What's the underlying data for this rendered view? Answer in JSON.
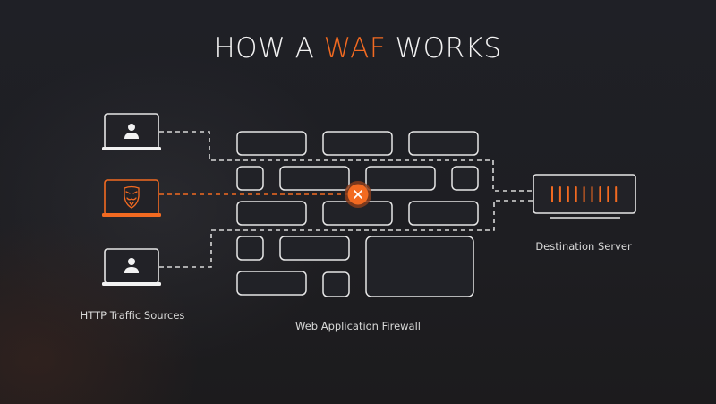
{
  "title": {
    "prefix": "HOW A ",
    "accent": "WAF",
    "suffix": " WORKS"
  },
  "colors": {
    "background": "#1f1f23",
    "accent": "#f26a21",
    "line": "#e8e8e8"
  },
  "labels": {
    "sources": "HTTP Traffic Sources",
    "firewall": "Web Application Firewall",
    "server": "Destination Server"
  },
  "sources": [
    {
      "name": "legitimate-user-1",
      "icon": "user-icon",
      "malicious": false
    },
    {
      "name": "attacker",
      "icon": "mask-icon",
      "malicious": true
    },
    {
      "name": "legitimate-user-2",
      "icon": "user-icon",
      "malicious": false
    }
  ],
  "blocked_marker": {
    "icon": "x-icon",
    "meaning": "blocked request"
  },
  "server": {
    "indicator_bars": 9
  }
}
